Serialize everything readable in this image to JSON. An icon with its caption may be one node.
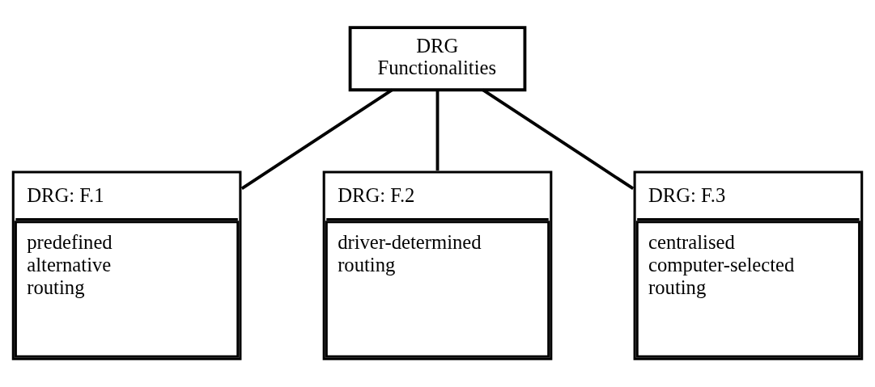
{
  "diagram": {
    "nodes": [
      {
        "text": [
          "DRG Functionalities"
        ]
      },
      {
        "text": [
          "DRG: F.1",
          "predefined alternative routing"
        ]
      },
      {
        "text": [
          "DRG: F.2",
          "driver-determined routing"
        ]
      },
      {
        "text": [
          "DRG: F.3",
          "centralised computer-selected routing"
        ]
      }
    ],
    "edges": [
      {
        "from": 0,
        "to": 1,
        "arrow": "none"
      },
      {
        "from": 0,
        "to": 2,
        "arrow": "none"
      },
      {
        "from": 0,
        "to": 3,
        "arrow": "none"
      }
    ]
  }
}
